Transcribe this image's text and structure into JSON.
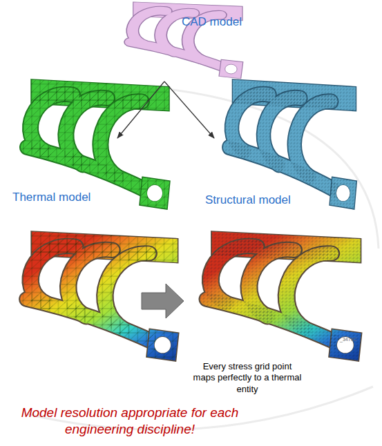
{
  "diagram": {
    "caption": "Model resolution appropriate for each engineering discipline!",
    "nodes": [
      {
        "text": [
          "CAD model"
        ]
      },
      {
        "text": [
          "Thermal model"
        ]
      },
      {
        "text": [
          "Structural model"
        ]
      }
    ],
    "edges": [
      {
        "from": 0,
        "to": 1,
        "arrow": "to"
      },
      {
        "from": 0,
        "to": 2,
        "arrow": "to"
      }
    ],
    "labels": [
      "Every stress grid point maps perfectly to a thermal entity",
      "_3479C"
    ]
  }
}
